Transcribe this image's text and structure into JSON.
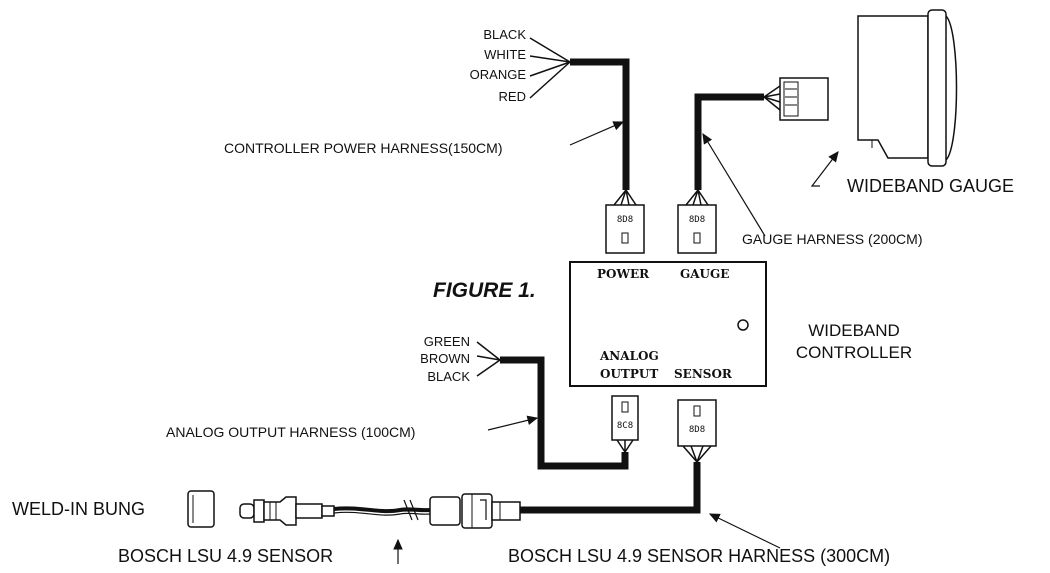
{
  "figure_label": "FIGURE 1.",
  "power_harness": {
    "wires": [
      "BLACK",
      "WHITE",
      "ORANGE",
      "RED"
    ],
    "label": "CONTROLLER POWER HARNESS(150CM)"
  },
  "gauge": {
    "label": "WIDEBAND GAUGE",
    "harness_label": "GAUGE HARNESS (200CM)"
  },
  "controller": {
    "title_line1": "WIDEBAND",
    "title_line2": "CONTROLLER",
    "port_power": "POWER",
    "port_gauge": "GAUGE",
    "port_analog_line1": "ANALOG",
    "port_analog_line2": "OUTPUT",
    "port_sensor": "SENSOR"
  },
  "analog_harness": {
    "wires": [
      "GREEN",
      "BROWN",
      "BLACK"
    ],
    "label": "ANALOG OUTPUT HARNESS (100CM)"
  },
  "sensor": {
    "bung_label": "WELD-IN BUNG",
    "sensor_label": "BOSCH LSU 4.9 SENSOR",
    "harness_label": "BOSCH LSU 4.9 SENSOR HARNESS (300CM)"
  },
  "connector_pins": {
    "power_plug": "8D8",
    "gauge_plug": "8D8",
    "analog_plug": "8C8",
    "sensor_plug": "8D8"
  }
}
